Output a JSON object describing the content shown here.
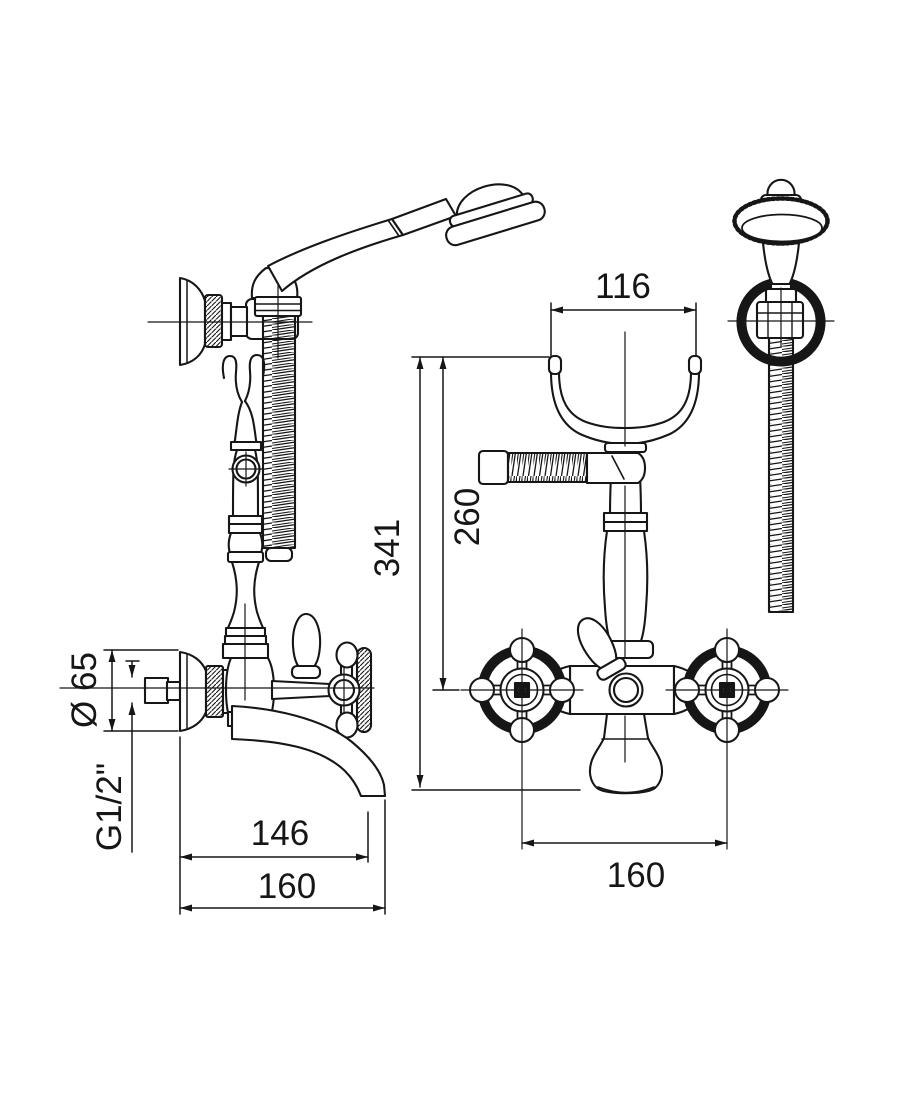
{
  "drawing": {
    "background": "#ffffff",
    "line_color": "#161616",
    "dims": {
      "cradle_width": {
        "label": "116"
      },
      "total_height": {
        "label": "341"
      },
      "center_height": {
        "label": "260"
      },
      "flange_diameter": {
        "label": "Ø 65"
      },
      "thread": {
        "label": "G1/2\""
      },
      "spout_reach": {
        "label": "146"
      },
      "spout_total": {
        "label": "160"
      },
      "handle_centers": {
        "label": "160"
      }
    }
  }
}
